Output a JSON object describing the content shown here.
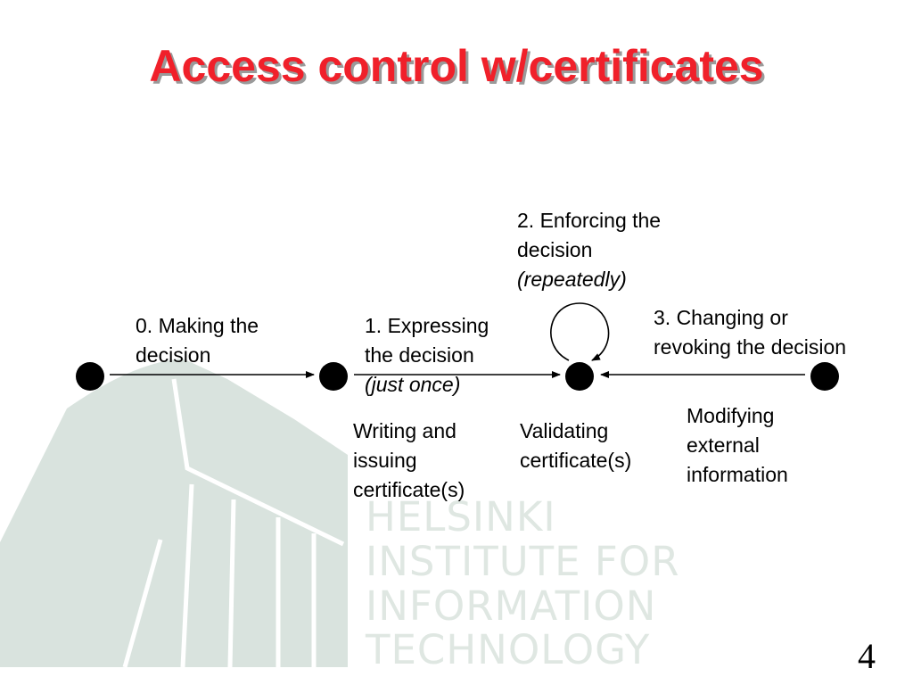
{
  "slide": {
    "title": "Access control w/certificates",
    "page_number": "4"
  },
  "colors": {
    "title": "#f0202a",
    "watermark": "#dfe7e2",
    "diagram": "#000000"
  },
  "watermark": {
    "lines": [
      "HELSINKI",
      "INSTITUTE FOR",
      "INFORMATION",
      "TECHNOLOGY"
    ]
  },
  "diagram": {
    "above_labels": {
      "step0": {
        "line1": "0. Making the",
        "line2": "decision"
      },
      "step1": {
        "line1": "1. Expressing",
        "line2": "the decision",
        "line3": "(just once)"
      },
      "step2": {
        "line1": "2. Enforcing the",
        "line2": "decision",
        "line3": "(repeatedly)"
      },
      "step3": {
        "line1": "3. Changing or",
        "line2": "revoking the decision"
      }
    },
    "below_labels": {
      "writing": {
        "line1": "Writing and",
        "line2": "issuing",
        "line3": "certificate(s)"
      },
      "validating": {
        "line1": "Validating",
        "line2": "certificate(s)"
      },
      "modifying": {
        "line1": "Modifying",
        "line2": "external",
        "line3": "information"
      }
    }
  }
}
